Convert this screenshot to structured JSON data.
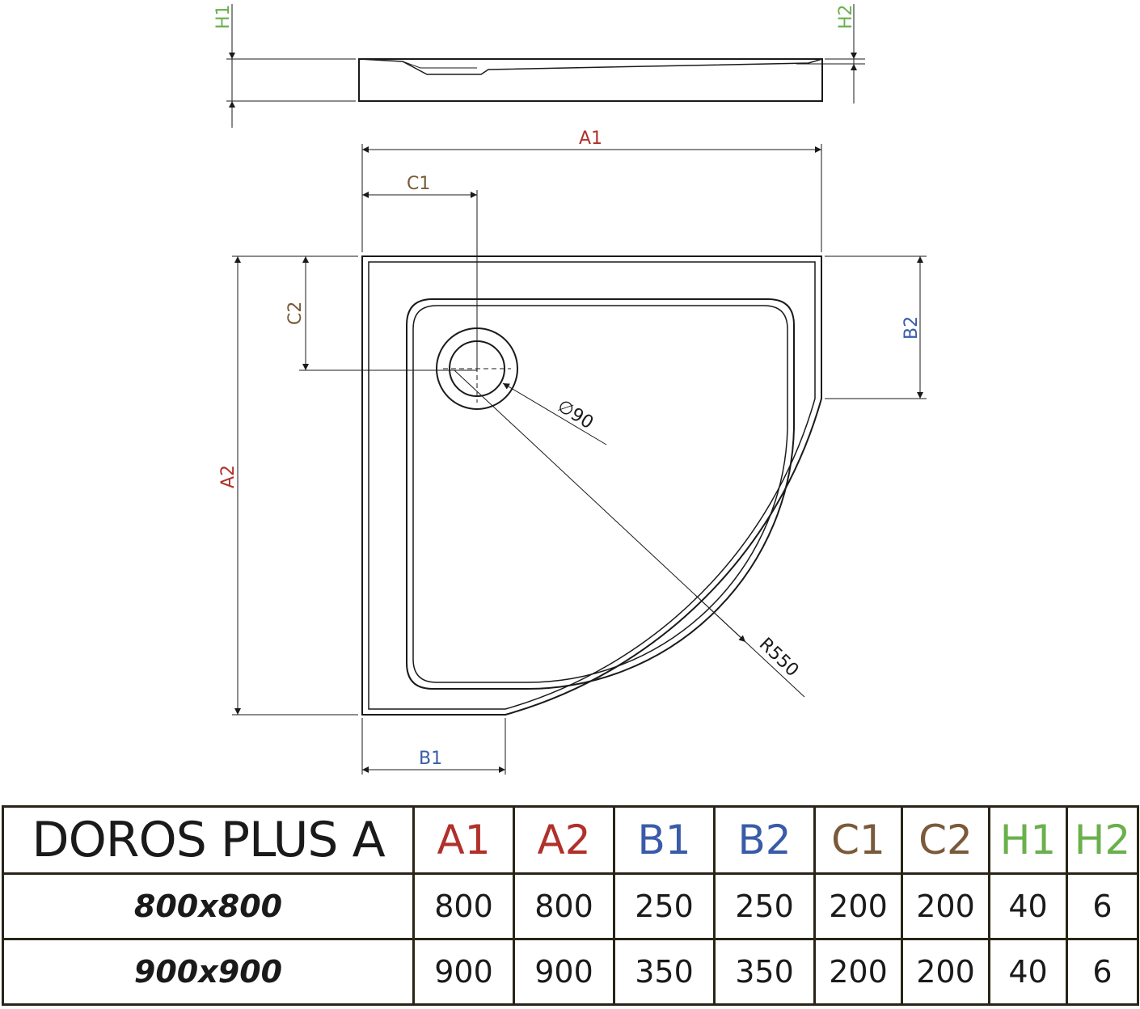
{
  "colors": {
    "A": "#b0302a",
    "B": "#3a5ca8",
    "C": "#7a5a3a",
    "H": "#6ab04c",
    "line": "#1a1a1a"
  },
  "drawing_labels": {
    "A1": "A1",
    "A2": "A2",
    "B1": "B1",
    "B2": "B2",
    "C1": "C1",
    "C2": "C2",
    "H1": "H1",
    "H2": "H2",
    "diameter": "∅90",
    "radius": "R550"
  },
  "table": {
    "model": "DOROS PLUS A",
    "headers": [
      "A1",
      "A2",
      "B1",
      "B2",
      "C1",
      "C2",
      "H1",
      "H2"
    ],
    "rows": [
      {
        "size": "800x800",
        "values": [
          "800",
          "800",
          "250",
          "250",
          "200",
          "200",
          "40",
          "6"
        ]
      },
      {
        "size": "900x900",
        "values": [
          "900",
          "900",
          "350",
          "350",
          "200",
          "200",
          "40",
          "6"
        ]
      }
    ]
  }
}
